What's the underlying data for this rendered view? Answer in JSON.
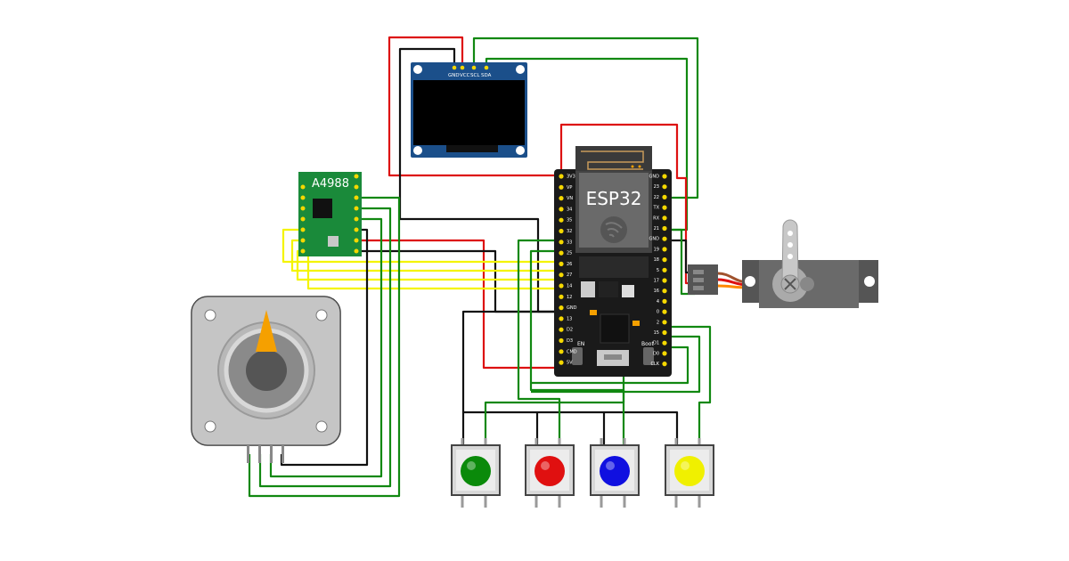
{
  "oled": {
    "pins": [
      "GND",
      "VCC",
      "SCL",
      "SDA"
    ]
  },
  "esp32": {
    "label": "ESP32",
    "boot_label": "Boot",
    "en_label": "EN",
    "left_pins": [
      "3V3",
      "VP",
      "VN",
      "34",
      "35",
      "32",
      "33",
      "25",
      "26",
      "27",
      "14",
      "12",
      "GND",
      "13",
      "D2",
      "D3",
      "CMD",
      "5V"
    ],
    "right_pins": [
      "GND",
      "23",
      "22",
      "TX",
      "RX",
      "21",
      "GND",
      "19",
      "18",
      "5",
      "17",
      "16",
      "4",
      "0",
      "2",
      "15",
      "D1",
      "D0",
      "CLK"
    ]
  },
  "driver": {
    "label": "A4988"
  },
  "buttons": [
    {
      "color": "#0a8a0a"
    },
    {
      "color": "#e01010"
    },
    {
      "color": "#1010e0"
    },
    {
      "color": "#f0f000"
    }
  ],
  "colors": {
    "wire_red": "#dd1111",
    "wire_black": "#111111",
    "wire_green": "#118811",
    "wire_yellow": "#f4f400",
    "servo_wire_orange": "#ff8800",
    "servo_wire_brown": "#a0522d",
    "servo_horn": "#aaaaaa",
    "stepper_pointer": "#f5a000"
  }
}
